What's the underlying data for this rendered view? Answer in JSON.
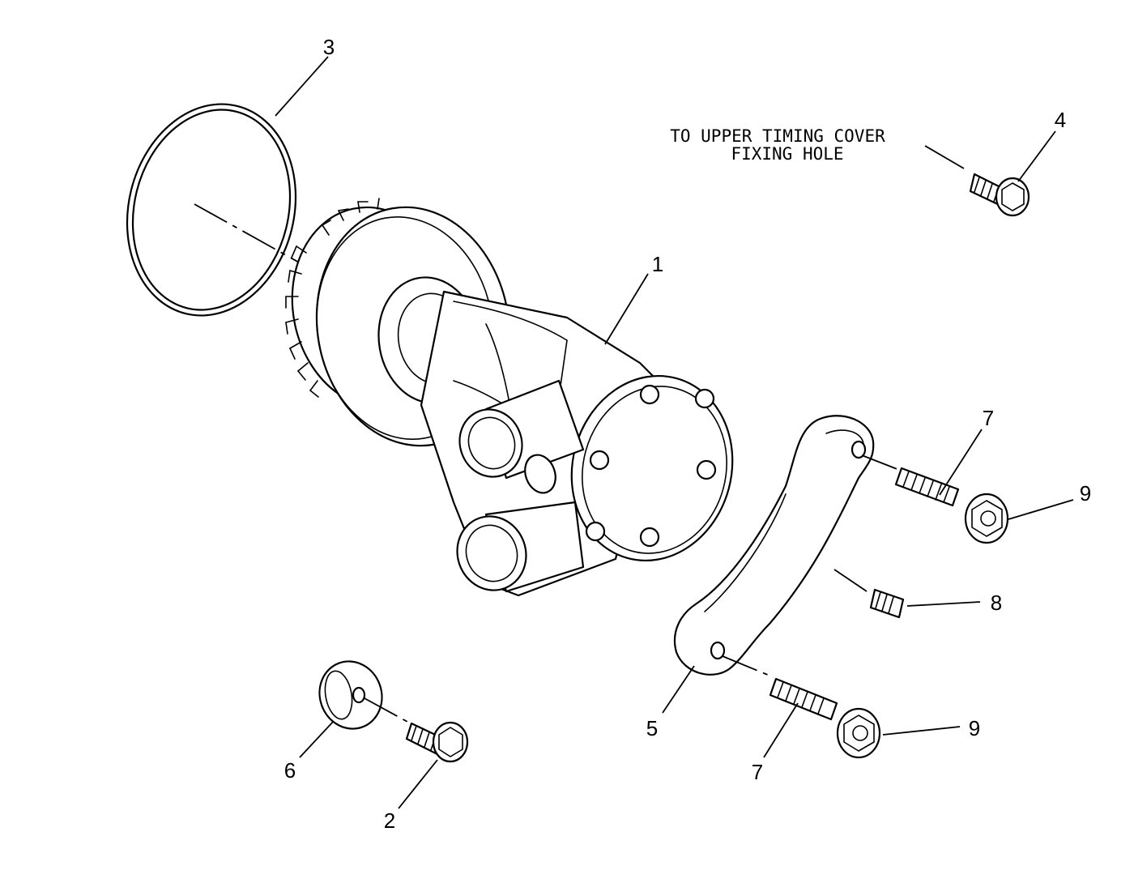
{
  "note": {
    "line1": "TO UPPER TIMING COVER",
    "line2": "FIXING HOLE"
  },
  "callouts": {
    "c1": "1",
    "c2": "2",
    "c3": "3",
    "c4": "4",
    "c5": "5",
    "c6": "6",
    "c7a": "7",
    "c7b": "7",
    "c8": "8",
    "c9a": "9",
    "c9b": "9"
  }
}
